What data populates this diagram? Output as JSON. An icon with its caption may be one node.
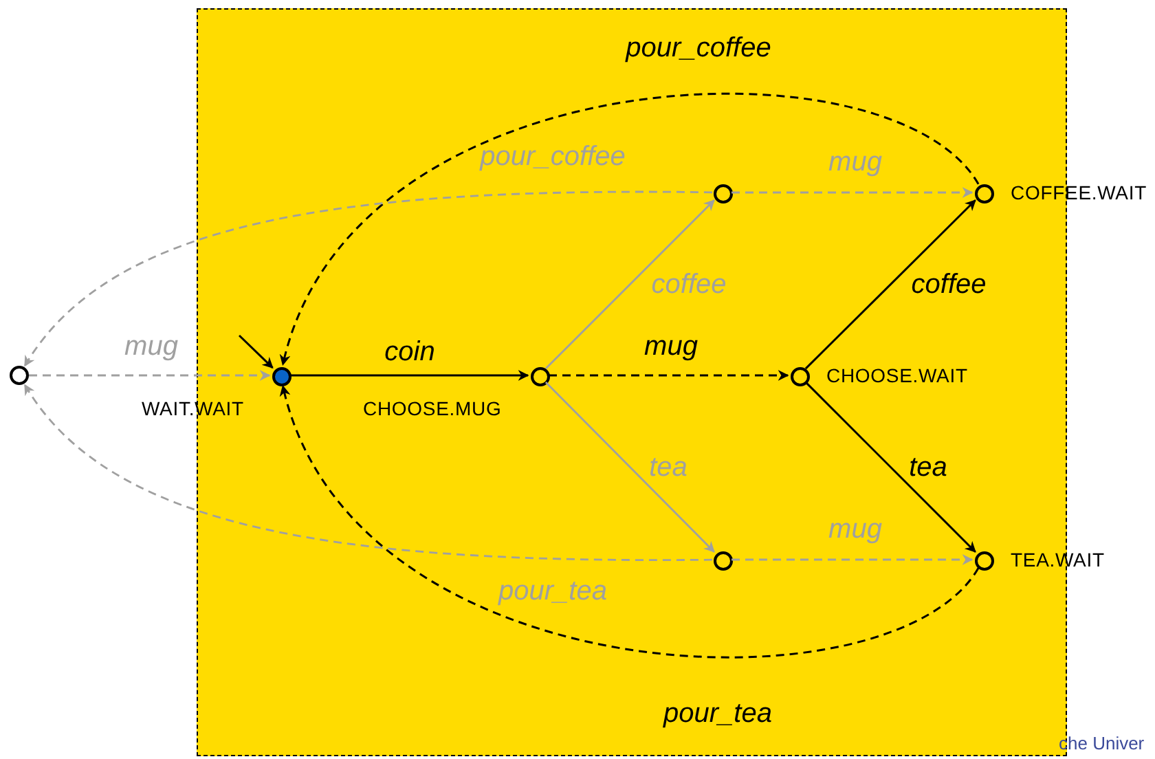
{
  "diagram": {
    "nodes": [
      {
        "text": [],
        "shape": "box"
      },
      {
        "text": [],
        "shape": "circle"
      },
      {
        "text": [],
        "shape": "circle",
        "in": 0,
        "beside": [
          "WAIT.WAIT"
        ]
      },
      {
        "text": [],
        "shape": "circle",
        "in": 0,
        "beside": [
          "CHOOSE.MUG"
        ]
      },
      {
        "text": [],
        "shape": "circle",
        "in": 0
      },
      {
        "text": [],
        "shape": "circle",
        "in": 0
      },
      {
        "text": [],
        "shape": "circle",
        "in": 0,
        "beside": [
          "CHOOSE.WAIT"
        ]
      },
      {
        "text": [],
        "shape": "circle",
        "in": 0,
        "beside": [
          "COFFEE.WAIT"
        ]
      },
      {
        "text": [],
        "shape": "circle",
        "in": 0,
        "beside": [
          "TEA.WAIT"
        ]
      }
    ],
    "edges": [
      {
        "from": null,
        "to": 2,
        "arrow": "to"
      },
      {
        "from": 2,
        "to": 3,
        "arrow": "to",
        "label": "coin"
      },
      {
        "from": 3,
        "to": 6,
        "arrow": "to",
        "label": "mug",
        "style": "dashed"
      },
      {
        "from": 6,
        "to": 7,
        "arrow": "to",
        "label": "coffee"
      },
      {
        "from": 6,
        "to": 8,
        "arrow": "to",
        "label": "tea"
      },
      {
        "from": 7,
        "to": 2,
        "arrow": "to",
        "label": "pour_coffee",
        "style": "dashed"
      },
      {
        "from": 8,
        "to": 2,
        "arrow": "to",
        "label": "pour_tea",
        "style": "dashed"
      },
      {
        "from": 3,
        "to": 4,
        "arrow": "to",
        "label": "coffee",
        "color": "#a0a0a0"
      },
      {
        "from": 3,
        "to": 5,
        "arrow": "to",
        "label": "tea",
        "color": "#a0a0a0"
      },
      {
        "from": 4,
        "to": 7,
        "arrow": "to",
        "label": "mug",
        "style": "dashed",
        "color": "#a0a0a0"
      },
      {
        "from": 5,
        "to": 8,
        "arrow": "to",
        "label": "mug",
        "style": "dashed",
        "color": "#a0a0a0"
      },
      {
        "from": 4,
        "to": 1,
        "arrow": "to",
        "label": "pour_coffee",
        "style": "dashed",
        "color": "#a0a0a0"
      },
      {
        "from": 5,
        "to": 1,
        "arrow": "to",
        "label": "pour_tea",
        "style": "dashed",
        "color": "#a0a0a0"
      },
      {
        "from": 1,
        "to": 2,
        "arrow": "to",
        "label": "mug",
        "style": "dashed",
        "color": "#a0a0a0"
      }
    ],
    "labels": [
      "che Univer"
    ]
  }
}
